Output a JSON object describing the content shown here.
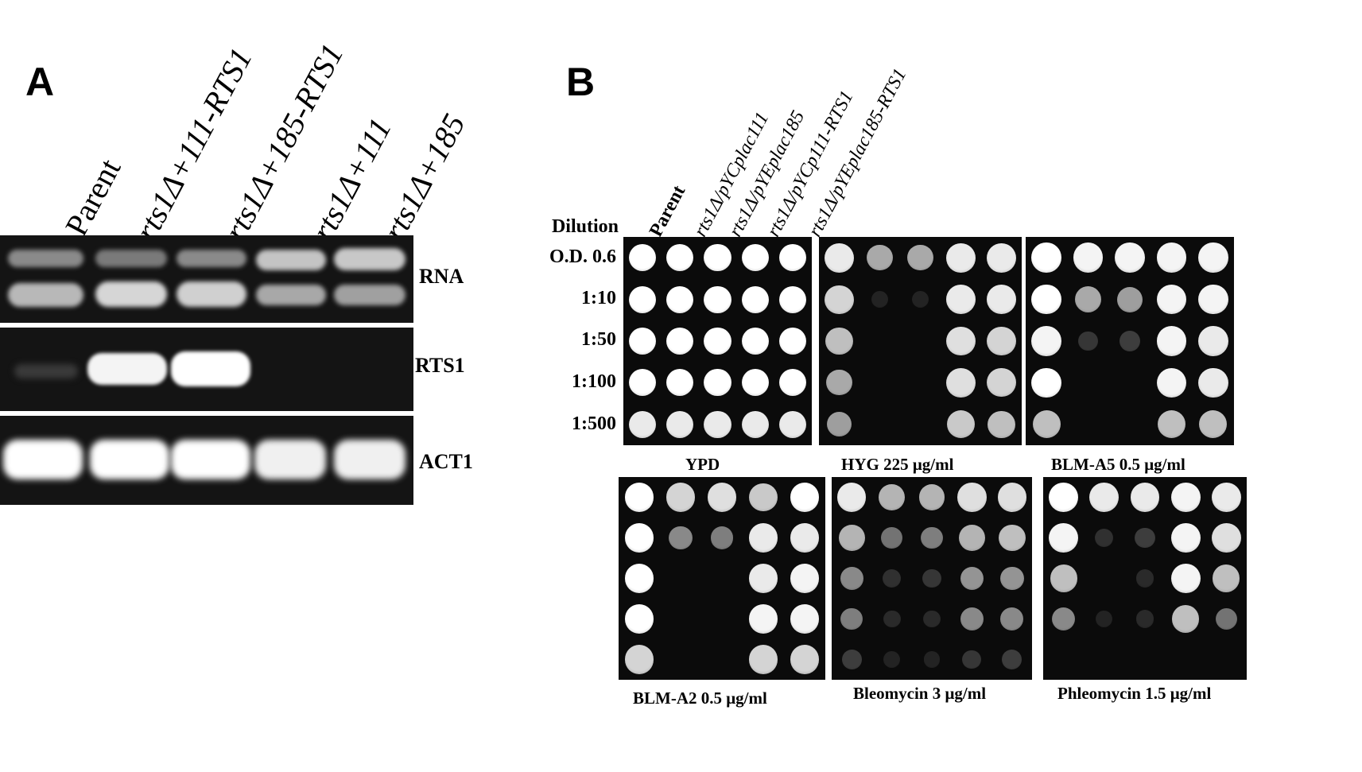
{
  "panel_a": {
    "letter": "A",
    "lanes": [
      "Parent",
      "rts1Δ+111-RTS1",
      "rts1Δ+185-RTS1",
      "rts1Δ+111",
      "rts1Δ+185"
    ],
    "gel_labels": [
      "RNA",
      "RTS1",
      "ACT1"
    ]
  },
  "panel_b": {
    "letter": "B",
    "strains": [
      "Parent",
      "rts1Δ/pYCplac111",
      "rts1Δ/pYEplac185",
      "rts1Δ/pYCp111-RTS1",
      "rts1Δ/pYEplac185-RTS1"
    ],
    "dilution_header": "Dilution",
    "dilutions": [
      "O.D. 0.6",
      "1:10",
      "1:50",
      "1:100",
      "1:500"
    ],
    "plates": [
      {
        "caption": "YPD",
        "growth": [
          [
            1,
            1,
            1,
            1,
            1
          ],
          [
            1,
            1,
            1,
            1,
            1
          ],
          [
            1,
            1,
            1,
            1,
            1
          ],
          [
            1,
            1,
            1,
            1,
            1
          ],
          [
            0.9,
            0.9,
            0.9,
            0.9,
            0.9
          ]
        ]
      },
      {
        "caption": "HYG 225 μg/ml",
        "growth": [
          [
            0.9,
            0.6,
            0.6,
            0.9,
            0.9
          ],
          [
            0.8,
            0.05,
            0.05,
            0.9,
            0.9
          ],
          [
            0.7,
            0,
            0,
            0.85,
            0.8
          ],
          [
            0.6,
            0,
            0,
            0.85,
            0.8
          ],
          [
            0.55,
            0,
            0,
            0.75,
            0.7
          ]
        ]
      },
      {
        "caption": "BLM-A5 0.5 μg/ml",
        "growth": [
          [
            1,
            0.95,
            0.95,
            0.95,
            0.95
          ],
          [
            1,
            0.6,
            0.55,
            0.95,
            0.95
          ],
          [
            0.95,
            0.2,
            0.25,
            0.95,
            0.9
          ],
          [
            1,
            0,
            0,
            0.95,
            0.9
          ],
          [
            0.7,
            0,
            0,
            0.7,
            0.7
          ]
        ]
      },
      {
        "caption": "BLM-A2 0.5 μg/ml",
        "growth": [
          [
            1,
            0.8,
            0.85,
            0.75,
            1
          ],
          [
            1,
            0.45,
            0.4,
            0.9,
            0.9
          ],
          [
            1,
            0,
            0,
            0.9,
            0.95
          ],
          [
            1,
            0,
            0,
            0.95,
            0.95
          ],
          [
            0.8,
            0,
            0,
            0.8,
            0.8
          ]
        ]
      },
      {
        "caption": "Bleomycin 3 μg/ml",
        "growth": [
          [
            0.9,
            0.65,
            0.65,
            0.85,
            0.85
          ],
          [
            0.65,
            0.35,
            0.4,
            0.65,
            0.7
          ],
          [
            0.45,
            0.15,
            0.2,
            0.5,
            0.5
          ],
          [
            0.4,
            0.1,
            0.1,
            0.45,
            0.45
          ],
          [
            0.25,
            0.05,
            0.05,
            0.2,
            0.25
          ]
        ]
      },
      {
        "caption": "Phleomycin  1.5 μg/ml",
        "growth": [
          [
            1,
            0.9,
            0.9,
            0.95,
            0.9
          ],
          [
            0.95,
            0.15,
            0.25,
            0.95,
            0.85
          ],
          [
            0.7,
            0,
            0.1,
            0.95,
            0.7
          ],
          [
            0.45,
            0.05,
            0.1,
            0.7,
            0.35
          ],
          [
            0,
            0,
            0,
            0,
            0
          ]
        ]
      }
    ]
  }
}
